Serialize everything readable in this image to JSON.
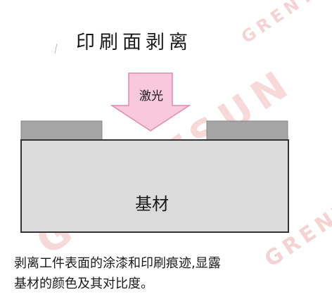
{
  "watermark": {
    "text": "GRENTSUN"
  },
  "title": "印刷面剥离",
  "laser": {
    "label": "激光"
  },
  "substrate": {
    "label": "基材"
  },
  "caption": {
    "line1": "剥离工件表面的涂漆和印刷痕迹,显露",
    "line2": "基材的颜色及其对比度。"
  },
  "colors": {
    "arrow_fill": "#f8c8dc",
    "arrow_stroke": "#e08ab0",
    "coating": "#a5a5a5",
    "substrate_fill": "#dcdcdc",
    "outline": "#333333",
    "watermark": "#f6d3d3"
  }
}
